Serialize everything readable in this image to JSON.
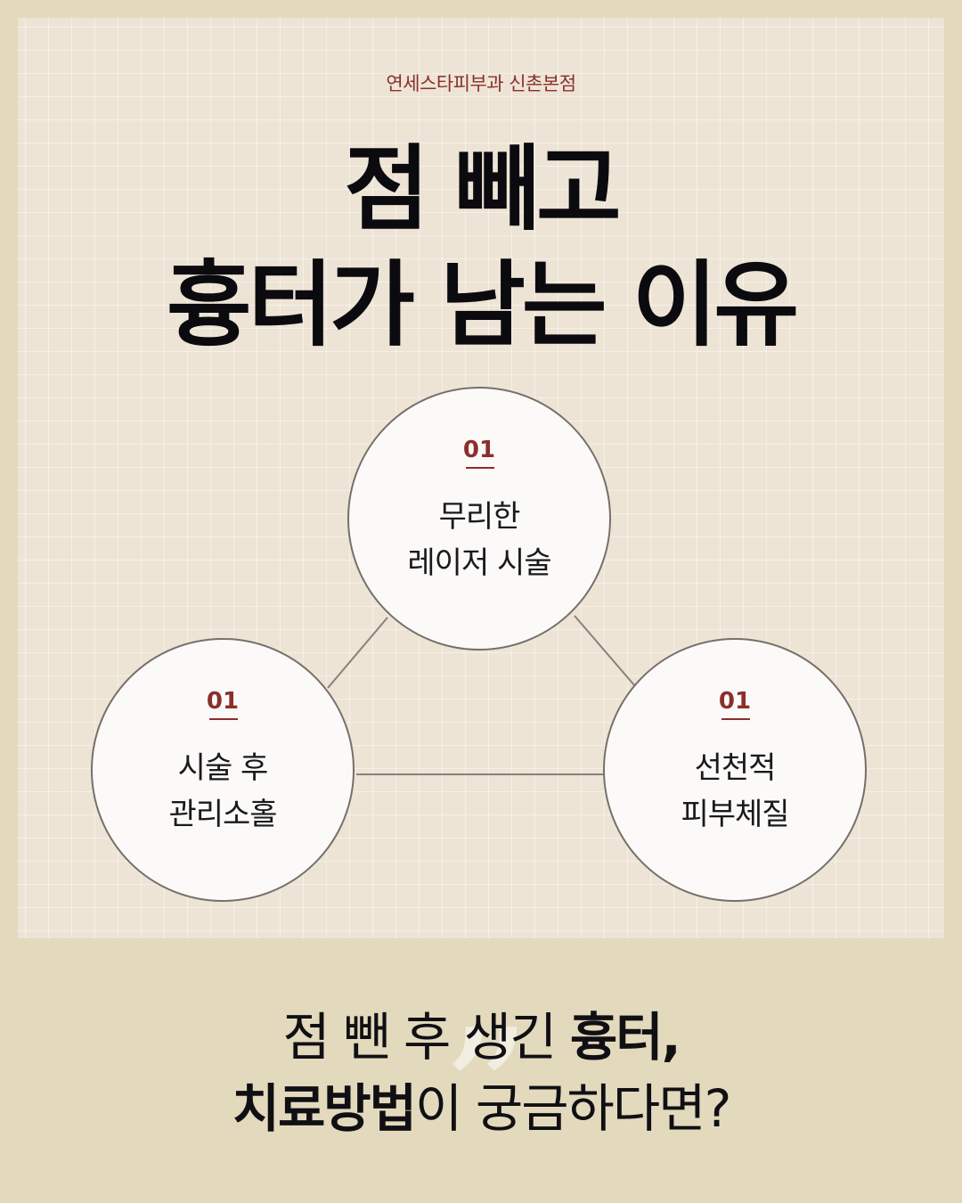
{
  "clinic_name": "연세스타피부과 신촌본점",
  "headline": {
    "line1": "점 빼고",
    "line2": "흉터가 남는 이유"
  },
  "reasons": [
    {
      "number": "01",
      "line1": "무리한",
      "line2": "레이저 시술"
    },
    {
      "number": "01",
      "line1": "시술 후",
      "line2": "관리소홀"
    },
    {
      "number": "01",
      "line1": "선천적",
      "line2": "피부체질"
    }
  ],
  "bottom": {
    "line1_normal": "점 뺀 후 생긴 ",
    "line1_bold": "흉터,",
    "line2_bold": "치료방법",
    "line2_normal": "이 궁금하다면?"
  },
  "colors": {
    "outer_bg": "#e3d9bd",
    "panel_bg": "#ede4d6",
    "accent": "#8a2f2a",
    "text": "#0b0b0f"
  }
}
